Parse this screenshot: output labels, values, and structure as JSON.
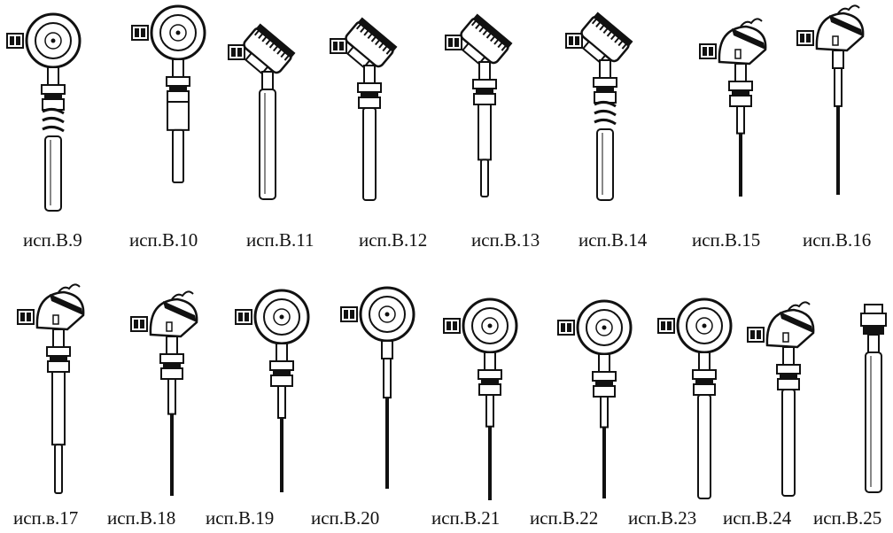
{
  "row1": {
    "items": [
      {
        "label": "исп.В.9",
        "head": "round",
        "thread": "spring",
        "probe": "wide"
      },
      {
        "label": "исп.В.10",
        "head": "round",
        "thread": "plain",
        "probe": "tapered"
      },
      {
        "label": "исп.В.11",
        "head": "tilted",
        "thread": "none",
        "probe": "wide"
      },
      {
        "label": "исп.В.12",
        "head": "tilted",
        "thread": "plain",
        "probe": "medium"
      },
      {
        "label": "исп.В.13",
        "head": "tilted",
        "thread": "plain",
        "probe": "stepped"
      },
      {
        "label": "исп.В.14",
        "head": "tilted",
        "thread": "spring",
        "probe": "wide"
      },
      {
        "label": "исп.В.15",
        "head": "dome",
        "thread": "plain",
        "probe": "thin"
      },
      {
        "label": "исп.В.16",
        "head": "dome",
        "thread": "none",
        "probe": "thin"
      }
    ]
  },
  "row2": {
    "items": [
      {
        "label": "исп.в.17",
        "head": "dome",
        "thread": "plain",
        "probe": "stepped"
      },
      {
        "label": "исп.В.18",
        "head": "dome",
        "thread": "plain",
        "probe": "thin"
      },
      {
        "label": "исп.В.19",
        "head": "round",
        "thread": "plain",
        "probe": "thin"
      },
      {
        "label": "исп.В.20",
        "head": "round",
        "thread": "none",
        "probe": "thin"
      },
      {
        "label": "исп.В.21",
        "head": "round",
        "thread": "plain",
        "probe": "thin"
      },
      {
        "label": "исп.В.22",
        "head": "round",
        "thread": "plain",
        "probe": "thin"
      },
      {
        "label": "исп.В.23",
        "head": "round",
        "thread": "plain",
        "probe": "medium"
      },
      {
        "label": "исп.В.24",
        "head": "dome",
        "thread": "plain",
        "probe": "medium"
      },
      {
        "label": "исп.В.25",
        "head": "plug",
        "thread": "none",
        "probe": "wide"
      }
    ]
  },
  "colors": {
    "ink": "#111111",
    "paper": "#ffffff"
  }
}
